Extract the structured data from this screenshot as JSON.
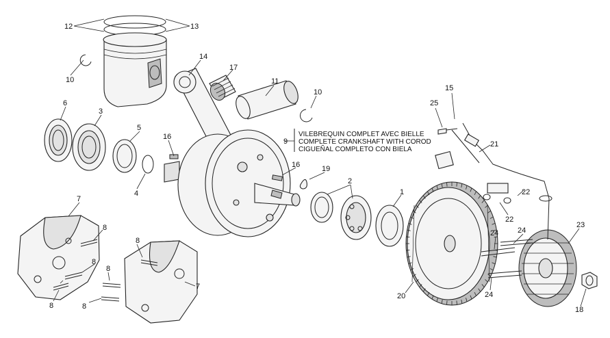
{
  "caption": {
    "fr": "VILEBREQUIN COMPLET AVEC BIELLE",
    "en": "COMPLETE CRANKSHAFT WITH COROD",
    "es": "CIGUEÑAL COMPLETO CON BIELA"
  },
  "callouts": {
    "c12": "12",
    "c13": "13",
    "c10a": "10",
    "c10b": "10",
    "c14": "14",
    "c17": "17",
    "c11": "11",
    "c6": "6",
    "c3": "3",
    "c5": "5",
    "c16a": "16",
    "c16b": "16",
    "c9": "9",
    "c19": "19",
    "c4": "4",
    "c2": "2",
    "c1": "1",
    "c7a": "7",
    "c7b": "7",
    "c8a": "8",
    "c8b": "8",
    "c8c": "8",
    "c8d": "8",
    "c8e": "8",
    "c8f": "8",
    "c15": "15",
    "c25": "25",
    "c21": "21",
    "c22a": "22",
    "c22b": "22",
    "c24a": "24",
    "c24b": "24",
    "c24c": "24",
    "c23": "23",
    "c20": "20",
    "c18": "18"
  }
}
